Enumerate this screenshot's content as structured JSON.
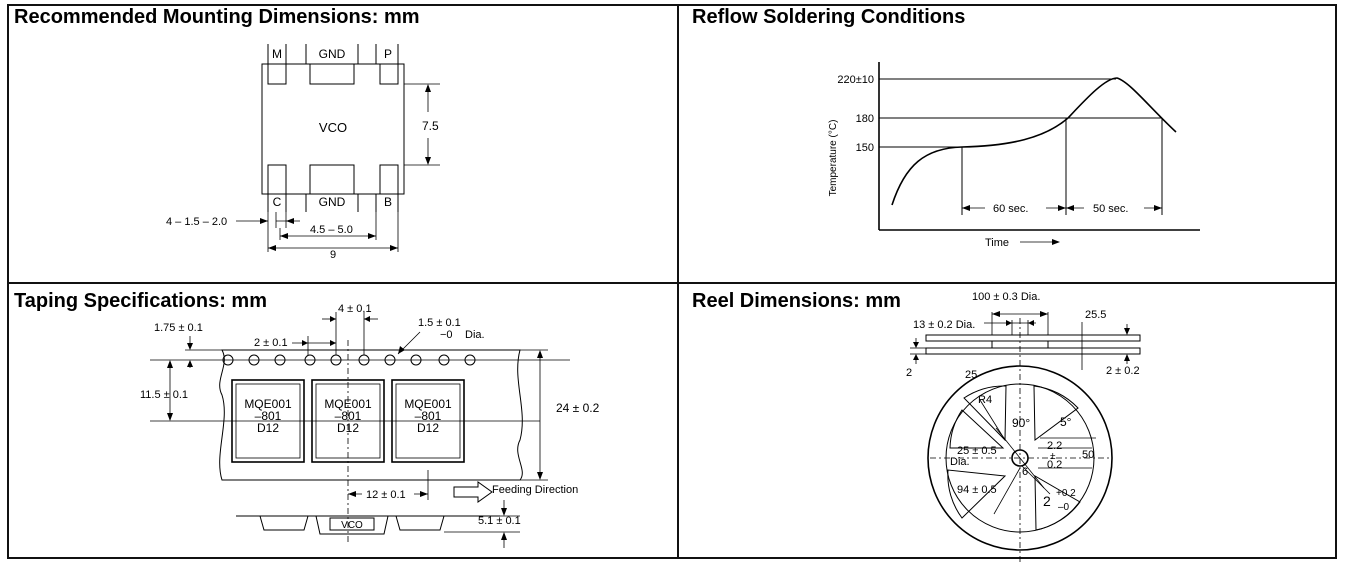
{
  "panels": {
    "mounting": {
      "title": "Recommended Mounting Dimensions: mm",
      "labels": {
        "m": "M",
        "gnd_top": "GND",
        "p": "P",
        "vco": "VCO",
        "c": "C",
        "gnd_bottom": "GND",
        "b": "B"
      },
      "dims": {
        "height": "7.5",
        "pad": "4 – 1.5 – 2.0",
        "pitch": "4.5 – 5.0",
        "width": "9"
      }
    },
    "reflow": {
      "title": "Reflow Soldering Conditions",
      "ylabel": "Temperature (°C)",
      "xlabel": "Time",
      "ticks": [
        "220±10",
        "180",
        "150"
      ],
      "intervals": [
        "60 sec.",
        "50 sec."
      ]
    },
    "taping": {
      "title": "Taping Specifications: mm",
      "dims": {
        "d4": "4 ± 0.1",
        "d15": "1.5 ± 0.1",
        "d15neg": "−0",
        "dia": "Dia.",
        "d175": "1.75 ± 0.1",
        "d2": "2 ± 0.1",
        "d115": "11.5 ± 0.1",
        "d24": "24 ± 0.2",
        "d12": "12 ± 0.1",
        "d51": "5.1 ± 0.1"
      },
      "chip": {
        "line1": "MQE001",
        "line2": "–801",
        "line3": "D12"
      },
      "vco": "VCO",
      "feeding": "Feeding Direction"
    },
    "reel": {
      "title": "Reel Dimensions: mm",
      "dims": {
        "dia100": "100 ± 0.3 Dia.",
        "dia13": "13 ± 0.2 Dia.",
        "d255": "25.5",
        "d2": "2",
        "d2pm": "2 ± 0.2",
        "d25": "25",
        "r4": "R4",
        "a90": "90°",
        "a5": "5°",
        "dia25": "25 ± 0.5",
        "dia_word": "Dia.",
        "d22": "2.2",
        "pm": "±",
        "d02": "0.2",
        "d50": "50",
        "d6": "6",
        "d94": "94 ± 0.5",
        "d2b": "2",
        "tol_plus": "+0.2",
        "tol_minus": "–0"
      }
    }
  },
  "reflow_curve": {
    "x_intervals_sec": [
      60,
      50
    ],
    "temps_c": [
      220,
      180,
      150
    ]
  }
}
